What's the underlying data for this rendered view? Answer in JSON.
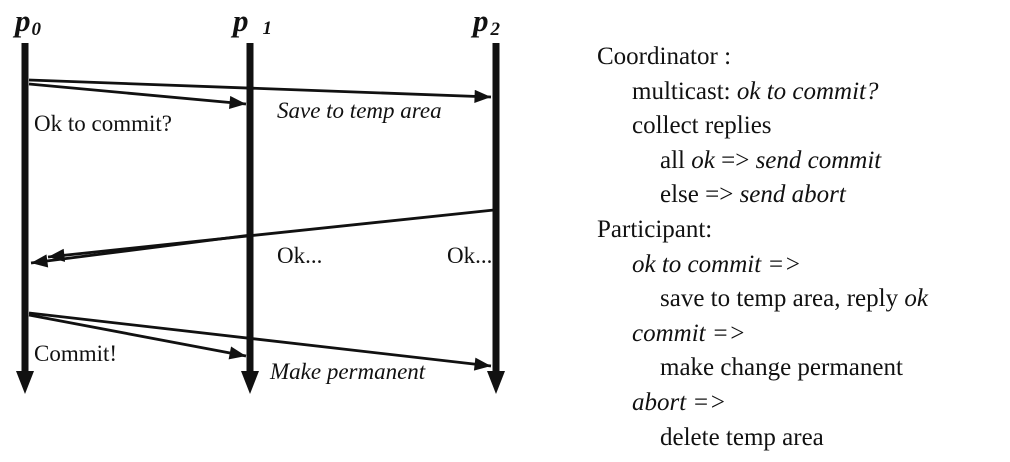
{
  "colors": {
    "ink": "#111111",
    "background": "#ffffff"
  },
  "diagram": {
    "processes": [
      {
        "name": "p",
        "sub": "0"
      },
      {
        "name": "p",
        "sub": "1"
      },
      {
        "name": "p",
        "sub": "2"
      }
    ],
    "messages": {
      "ok_to_commit": "Ok to commit?",
      "save_to_temp": "Save to temp area",
      "ok_reply_p1": "Ok...",
      "ok_reply_p2": "Ok...",
      "commit": "Commit!",
      "make_permanent": "Make permanent"
    }
  },
  "pseudocode": {
    "lines": [
      {
        "indent": 0,
        "segments": [
          {
            "text": "Coordinator :",
            "italic": false
          }
        ]
      },
      {
        "indent": 1,
        "segments": [
          {
            "text": "multicast: ",
            "italic": false
          },
          {
            "text": "ok to commit?",
            "italic": true
          }
        ]
      },
      {
        "indent": 1,
        "segments": [
          {
            "text": "collect replies",
            "italic": false
          }
        ]
      },
      {
        "indent": 2,
        "segments": [
          {
            "text": "all ",
            "italic": false
          },
          {
            "text": "ok",
            "italic": true
          },
          {
            "text": " => ",
            "italic": false
          },
          {
            "text": "send commit",
            "italic": true
          }
        ]
      },
      {
        "indent": 2,
        "segments": [
          {
            "text": "else => ",
            "italic": false
          },
          {
            "text": "send abort",
            "italic": true
          }
        ]
      },
      {
        "indent": 0,
        "segments": [
          {
            "text": "Participant:",
            "italic": false
          }
        ]
      },
      {
        "indent": 1,
        "segments": [
          {
            "text": "ok to commit =>",
            "italic": true
          }
        ]
      },
      {
        "indent": 2,
        "segments": [
          {
            "text": "save to temp area, reply ",
            "italic": false
          },
          {
            "text": "ok",
            "italic": true
          }
        ]
      },
      {
        "indent": 1,
        "segments": [
          {
            "text": "commit =>",
            "italic": true
          }
        ]
      },
      {
        "indent": 2,
        "segments": [
          {
            "text": "make change permanent",
            "italic": false
          }
        ]
      },
      {
        "indent": 1,
        "segments": [
          {
            "text": "abort =>",
            "italic": true
          }
        ]
      },
      {
        "indent": 2,
        "segments": [
          {
            "text": "delete temp area",
            "italic": false
          }
        ]
      }
    ]
  }
}
